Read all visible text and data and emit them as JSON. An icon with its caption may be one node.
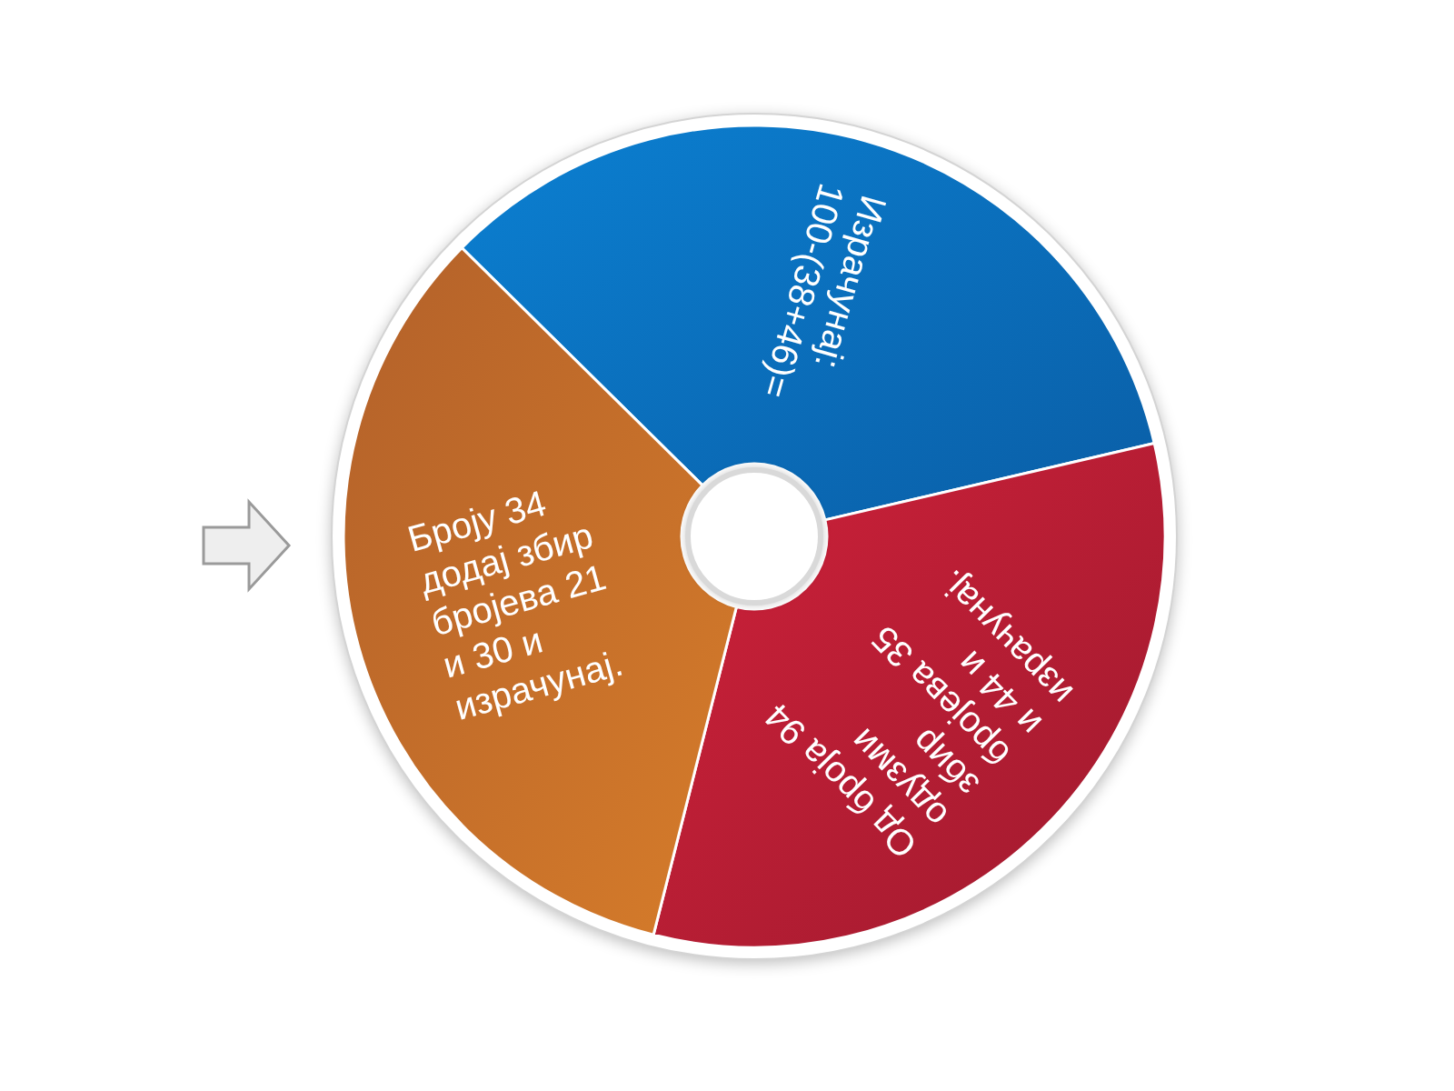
{
  "diagram": {
    "nodes": [
      {
        "text": [
          "Израчунај: 100-(38+46)="
        ]
      },
      {
        "text": [
          "Од броја 94 одузми збир бројева 35 и 44 и израчунај."
        ]
      },
      {
        "text": [
          "Броју 34 додај збир бројева 21 и 30 и израчунај."
        ]
      },
      {
        "text": [],
        "shape": "circle"
      }
    ]
  }
}
